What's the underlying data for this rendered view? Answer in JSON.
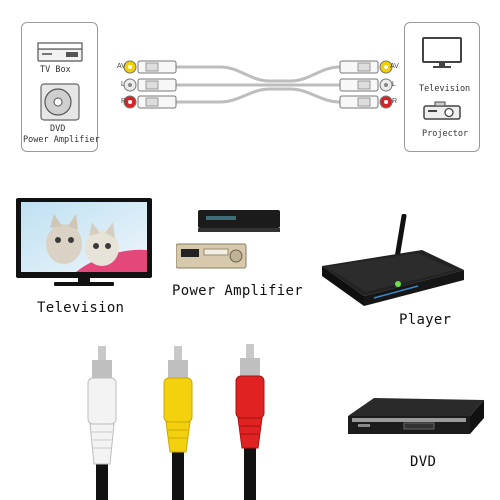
{
  "diagram": {
    "left_box": {
      "item1": "TV Box",
      "item2_line1": "DVD",
      "item2_line2": "Power Amplifier"
    },
    "right_box": {
      "item1": "Television",
      "item2": "Projector"
    },
    "channels": [
      {
        "label": "AV",
        "color": "#f2d100"
      },
      {
        "label": "L",
        "color": "#ececec"
      },
      {
        "label": "R",
        "color": "#d8232a"
      }
    ]
  },
  "devices": {
    "television": "Television",
    "power_amplifier": "Power Amplifier",
    "player": "Player",
    "dvd": "DVD"
  },
  "cable_colors": {
    "white": "#f3f3f3",
    "yellow": "#f4d10f",
    "red": "#e02222"
  }
}
